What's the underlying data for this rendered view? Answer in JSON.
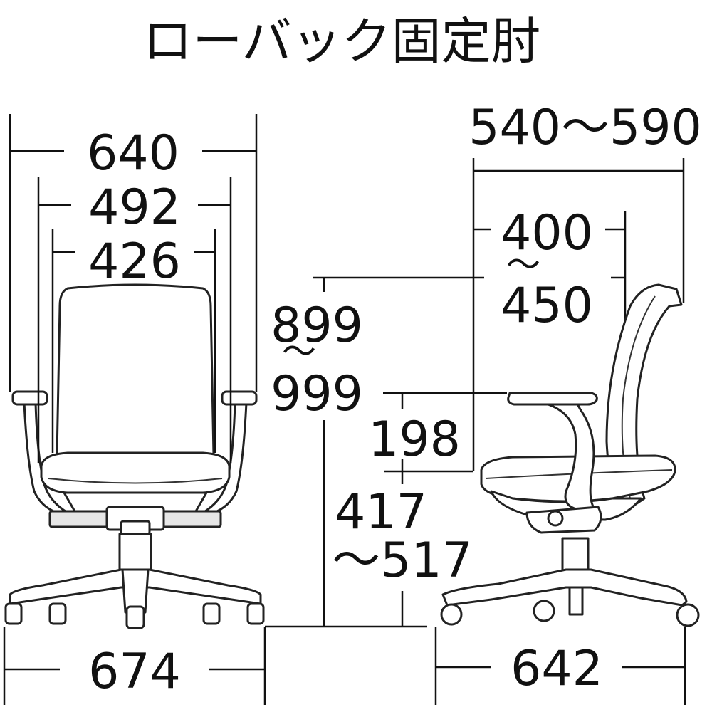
{
  "title": "ローバック固定肘",
  "front_view": {
    "overall_width": "640",
    "armrest_inner_width": "492",
    "backrest_width": "426",
    "base_width": "674"
  },
  "side_view": {
    "overall_depth": "540〜590",
    "seat_depth_top": "400",
    "seat_depth_sep": "〜",
    "seat_depth_bottom": "450",
    "total_height_top": "899",
    "total_height_sep": "〜",
    "total_height_bottom": "999",
    "armrest_height": "198",
    "seat_height_top": "417",
    "seat_height_bottom": "〜517",
    "base_depth": "642"
  }
}
